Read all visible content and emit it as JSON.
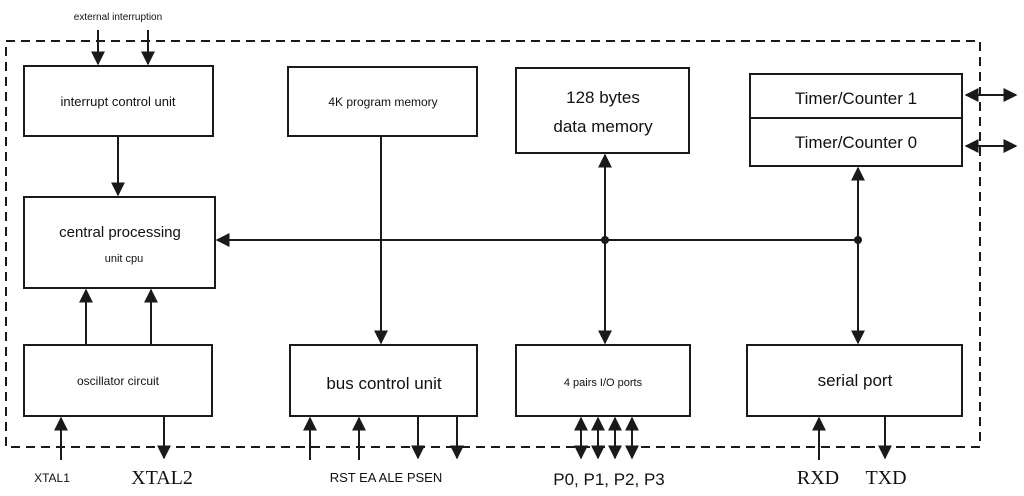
{
  "inputs": {
    "external_interruption": "external interruption"
  },
  "blocks": {
    "interrupt_control": "interrupt control unit",
    "program_memory": "4K program memory",
    "data_memory_line1": "128 bytes",
    "data_memory_line2": "data memory",
    "timer1": "Timer/Counter 1",
    "timer0": "Timer/Counter 0",
    "cpu_line1": "central processing",
    "cpu_line2": "unit cpu",
    "oscillator": "oscillator circuit",
    "bus_control": "bus control unit",
    "io_ports": "4 pairs I/O ports",
    "serial_port": "serial port"
  },
  "pins": {
    "xtal1": "XTAL1",
    "xtal2": "XTAL2",
    "bus_pins": "RST EA ALE PSEN",
    "ports": "P0, P1, P2, P3",
    "rxd": "RXD",
    "txd": "TXD"
  }
}
